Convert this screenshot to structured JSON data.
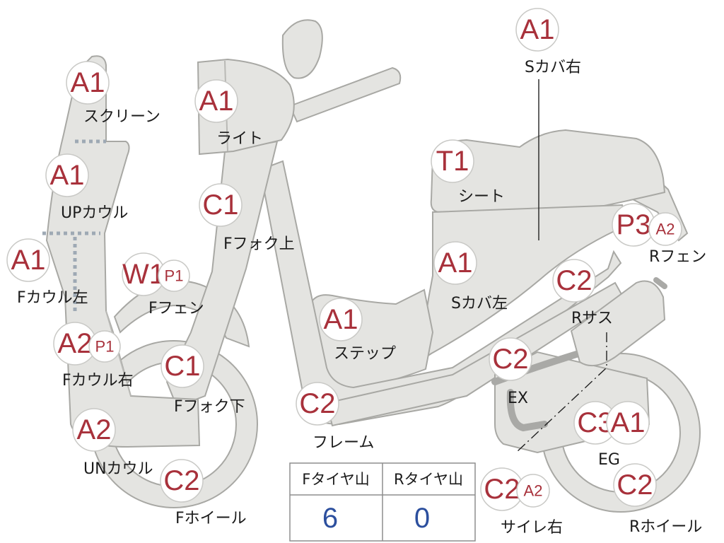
{
  "parts": [
    {
      "id": "screen",
      "name": "スクリーン",
      "badges": [
        "A1"
      ]
    },
    {
      "id": "up-cowl",
      "name": "UPカウル",
      "badges": [
        "A1"
      ]
    },
    {
      "id": "f-cowl-l",
      "name": "Fカウル左",
      "badges": [
        "A1"
      ]
    },
    {
      "id": "f-cowl-r",
      "name": "Fカウル右",
      "badges": [
        "A2",
        "P1"
      ]
    },
    {
      "id": "un-cowl",
      "name": "UNカウル",
      "badges": [
        "A2"
      ]
    },
    {
      "id": "light",
      "name": "ライト",
      "badges": [
        "A1"
      ]
    },
    {
      "id": "f-fork-u",
      "name": "Fフォク上",
      "badges": [
        "C1"
      ]
    },
    {
      "id": "f-fen",
      "name": "Fフェン",
      "badges": [
        "W1",
        "P1"
      ]
    },
    {
      "id": "f-fork-l",
      "name": "Fフォク下",
      "badges": [
        "C1"
      ]
    },
    {
      "id": "f-wheel",
      "name": "Fホイール",
      "badges": [
        "C2"
      ]
    },
    {
      "id": "step",
      "name": "ステップ",
      "badges": [
        "A1"
      ]
    },
    {
      "id": "frame",
      "name": "フレーム",
      "badges": [
        "C2"
      ]
    },
    {
      "id": "s-cover-r",
      "name": "Sカバ右",
      "badges": [
        "A1"
      ]
    },
    {
      "id": "seat",
      "name": "シート",
      "badges": [
        "T1"
      ]
    },
    {
      "id": "s-cover-l",
      "name": "Sカバ左",
      "badges": [
        "A1"
      ]
    },
    {
      "id": "r-fen",
      "name": "Rフェン",
      "badges": [
        "P3",
        "A2"
      ]
    },
    {
      "id": "r-sus",
      "name": "Rサス",
      "badges": [
        "C2"
      ]
    },
    {
      "id": "ex",
      "name": "EX",
      "badges": [
        "C2"
      ]
    },
    {
      "id": "eg",
      "name": "EG",
      "badges": [
        "C3",
        "A1"
      ]
    },
    {
      "id": "silencer-r",
      "name": "サイレ右",
      "badges": [
        "C2",
        "A2"
      ]
    },
    {
      "id": "r-wheel",
      "name": "Rホイール",
      "badges": [
        "C2"
      ]
    }
  ],
  "tire_table": {
    "headers": [
      "Fタイヤ山",
      "Rタイヤ山"
    ],
    "values": [
      "6",
      "0"
    ]
  },
  "colors": {
    "grade": "#a8313b",
    "tire_value": "#2c4f9e",
    "part_fill": "#e4e4e1"
  }
}
